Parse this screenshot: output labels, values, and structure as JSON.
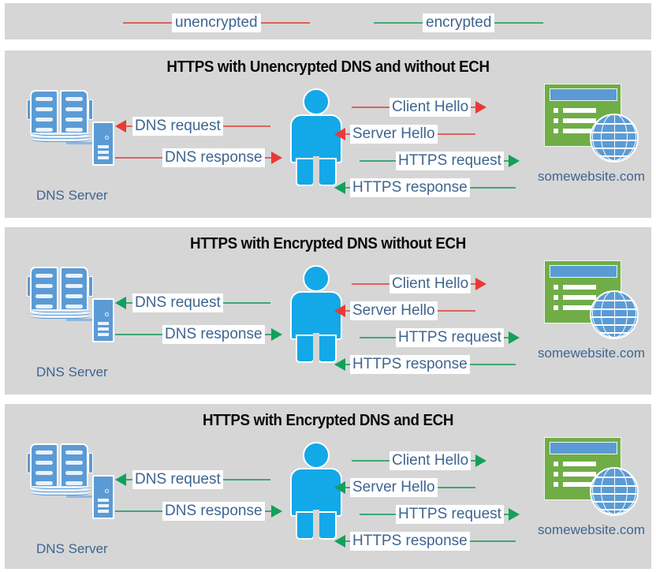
{
  "legend": {
    "items": [
      {
        "label": "unencrypted",
        "color": "#e0605d",
        "kind": "unencrypted"
      },
      {
        "label": "encrypted",
        "color": "#3da877",
        "kind": "encrypted"
      }
    ]
  },
  "colors": {
    "panel_background": "#d6d6d6",
    "page_background": "#ffffff",
    "unencrypted_line": "#e0605d",
    "unencrypted_arrow": "#e83a35",
    "encrypted_line": "#3da877",
    "encrypted_arrow": "#13a05c",
    "label_text": "#3f6590",
    "label_background": "#ffffff",
    "title_text": "#0a0a0a",
    "person_blue": "#13a8e8",
    "icon_blue": "#5b9bd5",
    "browser_green": "#70ad47"
  },
  "nodes": {
    "dns_server_label": "DNS Server",
    "website_label": "somewebsite.com",
    "dns_server_icon": "book-and-server-icon",
    "user_icon": "person-icon",
    "website_icon": "browser-globe-icon"
  },
  "panels": [
    {
      "id": "panel-1",
      "title": "HTTPS with Unencrypted DNS and without ECH",
      "dns_flows": [
        {
          "label": "DNS request",
          "direction": "left",
          "encrypted": false
        },
        {
          "label": "DNS response",
          "direction": "right",
          "encrypted": false
        }
      ],
      "web_flows": [
        {
          "label": "Client Hello",
          "direction": "right",
          "encrypted": false
        },
        {
          "label": "Server Hello",
          "direction": "left",
          "encrypted": false
        },
        {
          "label": "HTTPS request",
          "direction": "right",
          "encrypted": true
        },
        {
          "label": "HTTPS response",
          "direction": "left",
          "encrypted": true
        }
      ]
    },
    {
      "id": "panel-2",
      "title": "HTTPS with Encrypted DNS without ECH",
      "dns_flows": [
        {
          "label": "DNS request",
          "direction": "left",
          "encrypted": true
        },
        {
          "label": "DNS response",
          "direction": "right",
          "encrypted": true
        }
      ],
      "web_flows": [
        {
          "label": "Client Hello",
          "direction": "right",
          "encrypted": false
        },
        {
          "label": "Server Hello",
          "direction": "left",
          "encrypted": false
        },
        {
          "label": "HTTPS request",
          "direction": "right",
          "encrypted": true
        },
        {
          "label": "HTTPS response",
          "direction": "left",
          "encrypted": true
        }
      ]
    },
    {
      "id": "panel-3",
      "title": "HTTPS with Encrypted DNS and ECH",
      "dns_flows": [
        {
          "label": "DNS request",
          "direction": "left",
          "encrypted": true
        },
        {
          "label": "DNS response",
          "direction": "right",
          "encrypted": true
        }
      ],
      "web_flows": [
        {
          "label": "Client Hello",
          "direction": "right",
          "encrypted": true
        },
        {
          "label": "Server Hello",
          "direction": "left",
          "encrypted": true
        },
        {
          "label": "HTTPS request",
          "direction": "right",
          "encrypted": true
        },
        {
          "label": "HTTPS response",
          "direction": "left",
          "encrypted": true
        }
      ]
    }
  ]
}
